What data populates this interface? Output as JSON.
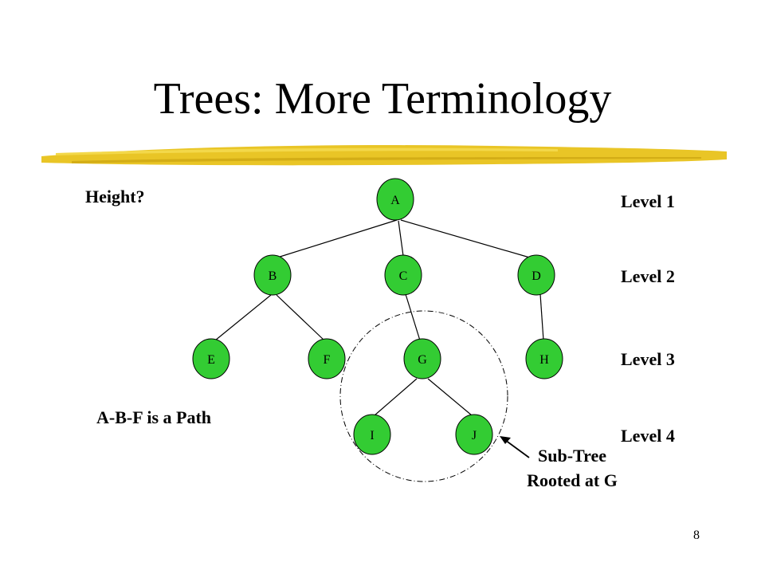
{
  "slide": {
    "title": "Trees: More Terminology",
    "height_label": "Height?",
    "path_label": "A-B-F is a Path",
    "levels": [
      "Level 1",
      "Level 2",
      "Level 3",
      "Level 4"
    ],
    "subtree_label": {
      "line1": "Sub-Tree",
      "line2": "Rooted at G"
    },
    "page_number": "8"
  },
  "tree": {
    "nodes": [
      "A",
      "B",
      "C",
      "D",
      "E",
      "F",
      "G",
      "H",
      "I",
      "J"
    ],
    "edges": [
      [
        "A",
        "B"
      ],
      [
        "A",
        "C"
      ],
      [
        "A",
        "D"
      ],
      [
        "B",
        "E"
      ],
      [
        "B",
        "F"
      ],
      [
        "C",
        "G"
      ],
      [
        "D",
        "H"
      ],
      [
        "G",
        "I"
      ],
      [
        "G",
        "J"
      ]
    ],
    "highlighted_subtree_root": "G"
  },
  "colors": {
    "node_fill": "#33cc33",
    "node_stroke": "#000000",
    "title_underline": "#e8c21a",
    "background": "#ffffff"
  }
}
